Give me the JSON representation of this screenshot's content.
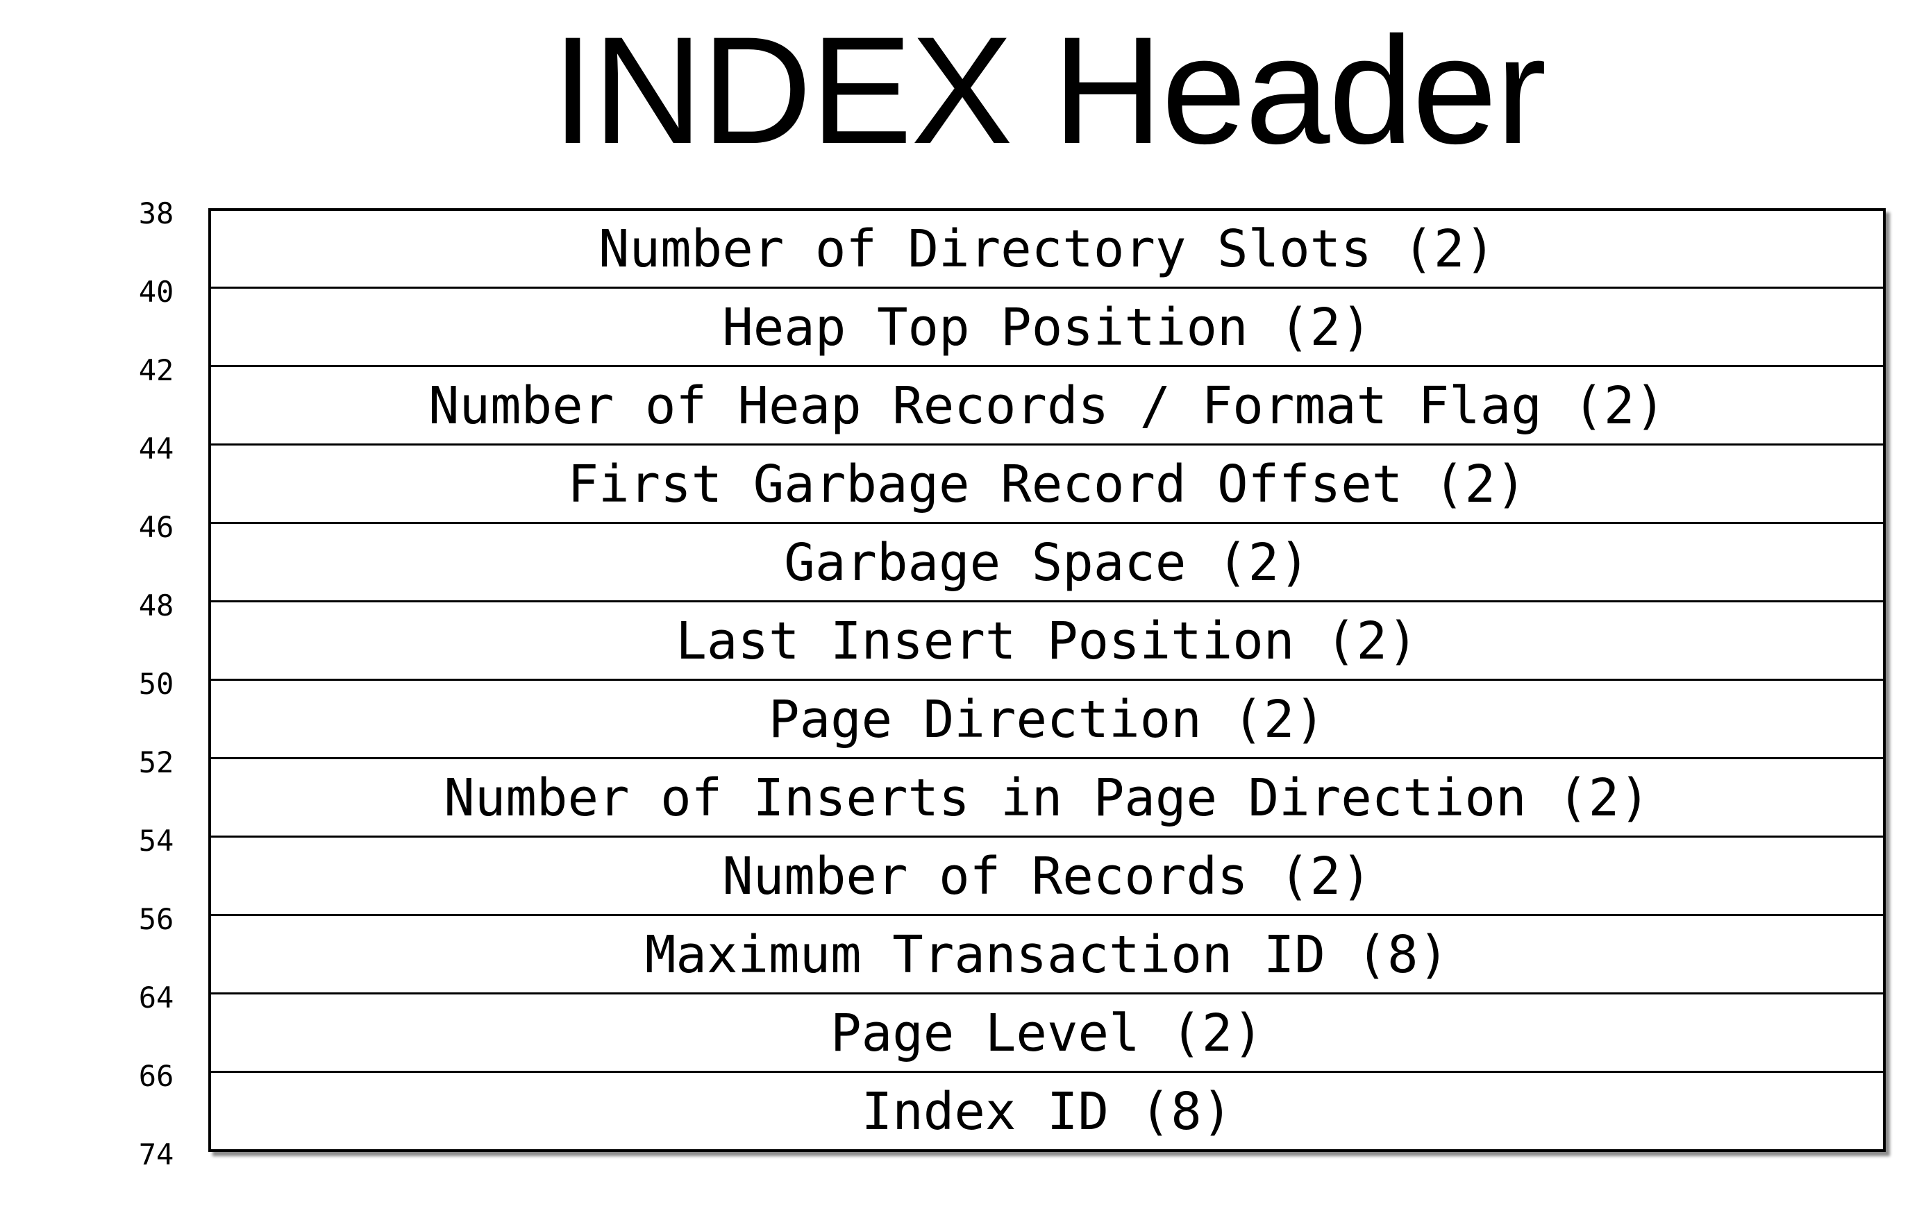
{
  "title": "INDEX Header",
  "offsets": [
    "38",
    "40",
    "42",
    "44",
    "46",
    "48",
    "50",
    "52",
    "54",
    "56",
    "64",
    "66",
    "74"
  ],
  "fields": [
    "Number of Directory Slots (2)",
    "Heap Top Position (2)",
    "Number of Heap Records / Format Flag (2)",
    "First Garbage Record Offset (2)",
    "Garbage Space (2)",
    "Last Insert Position (2)",
    "Page Direction (2)",
    "Number of Inserts in Page Direction (2)",
    "Number of Records (2)",
    "Maximum Transaction ID (8)",
    "Page Level (2)",
    "Index ID (8)"
  ]
}
